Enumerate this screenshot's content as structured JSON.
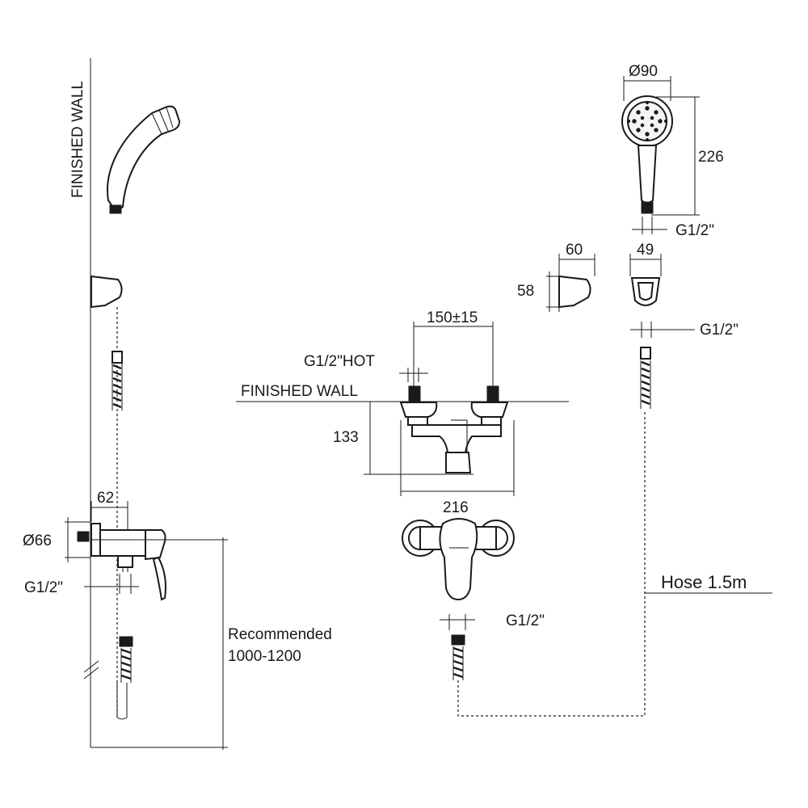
{
  "labels": {
    "finished_wall_side": "FINISHED WALL",
    "finished_wall_front": "FINISHED WALL",
    "hot_inlet": "G1/2\"HOT",
    "inlet_spacing": "150±15",
    "mixer_depth": "133",
    "mixer_width": "216",
    "head_diameter": "Ø90",
    "handshower_length": "226",
    "handshower_thread": "G1/2\"",
    "bracket_depth": "60",
    "bracket_height": "58",
    "bracket_width": "49",
    "bracket_thread": "G1/2\"",
    "side_depth": "62",
    "escutcheon_diameter": "Ø66",
    "side_outlet_thread": "G1/2\"",
    "front_outlet_thread": "G1/2\"",
    "hose": "Hose 1.5m",
    "recommended_line1": "Recommended",
    "recommended_line2": "1000-1200"
  }
}
